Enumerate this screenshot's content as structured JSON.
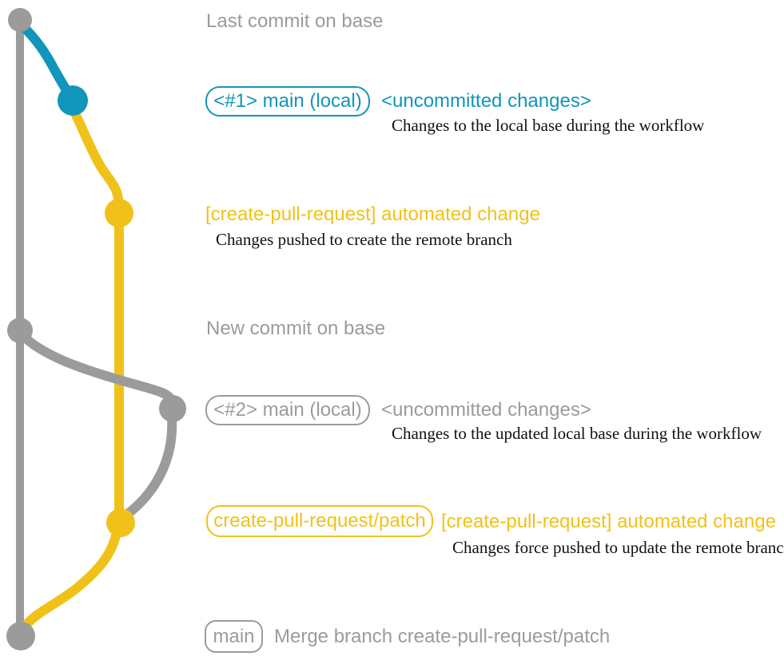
{
  "colors": {
    "gray": "#9B9B9B",
    "blue": "#1295BA",
    "yellow": "#F0C219",
    "ink": "#111111"
  },
  "annotations": {
    "heading_last_commit": "Last commit on base",
    "branch1_box": "<#1> main (local)",
    "branch1_note": "<uncommitted changes>",
    "branch1_desc": "Changes to the local base during the workflow",
    "commit1_label": "[create-pull-request] automated change",
    "commit1_desc": "Changes pushed to create the remote branch",
    "heading_new_commit": "New commit on base",
    "branch2_box": "<#2> main (local)",
    "branch2_note": "<uncommitted changes>",
    "branch2_desc": "Changes to the updated local base during the workflow",
    "patch_branch_box": "create-pull-request/patch",
    "commit2_label": "[create-pull-request] automated change",
    "commit2_desc": "Changes force pushed to update the remote branch",
    "merge_box": "main",
    "merge_message": "Merge branch create-pull-request/patch"
  },
  "graph": {
    "nodes": [
      {
        "id": "base-tip-commit",
        "color": "gray"
      },
      {
        "id": "local-commit-1",
        "color": "blue"
      },
      {
        "id": "remote-branch-commit-1",
        "color": "yellow"
      },
      {
        "id": "new-base-commit",
        "color": "gray"
      },
      {
        "id": "local-commit-2",
        "color": "gray"
      },
      {
        "id": "remote-branch-commit-2",
        "color": "yellow"
      },
      {
        "id": "merge-commit",
        "color": "gray"
      }
    ],
    "branches": [
      {
        "id": "base-branch",
        "color": "gray"
      },
      {
        "id": "local-main-branch",
        "color": "blue"
      },
      {
        "id": "create-pull-request-patch-branch",
        "color": "yellow"
      },
      {
        "id": "updated-local-main-branch",
        "color": "gray"
      }
    ]
  }
}
